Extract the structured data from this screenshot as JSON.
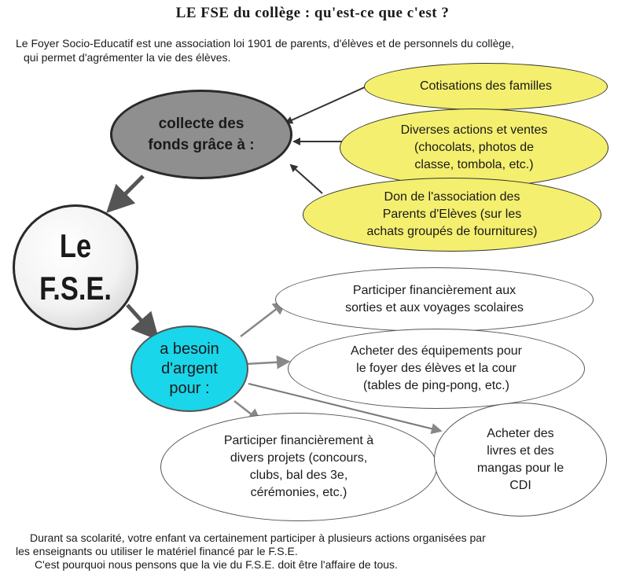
{
  "title": "LE FSE du collège : qu'est-ce que c'est ?",
  "intro": {
    "line1": "Le Foyer Socio-Educatif est une association loi 1901 de parents, d'élèves et de personnels du collège,",
    "line2": "qui permet d'agrémenter la vie des élèves."
  },
  "collecte": {
    "line1": "collecte des",
    "line2": "fonds grâce à :"
  },
  "sources": [
    {
      "lines": [
        "Cotisations des familles"
      ]
    },
    {
      "lines": [
        "Diverses actions et ventes",
        "(chocolats, photos de",
        "classe, tombola, etc.)"
      ]
    },
    {
      "lines": [
        "Don de l'association des",
        "Parents d'Elèves (sur les",
        "achats groupés de fournitures)"
      ]
    }
  ],
  "fse": {
    "line1": "Le",
    "line2": "F.S.E."
  },
  "besoin": {
    "line1": "a besoin",
    "line2": "d'argent",
    "line3": "pour :"
  },
  "uses": [
    {
      "lines": [
        "Participer financièrement aux",
        "sorties et aux voyages scolaires"
      ]
    },
    {
      "lines": [
        "Acheter des équipements pour",
        "le foyer des élèves et la cour",
        "(tables de ping-pong, etc.)"
      ]
    },
    {
      "lines": [
        "Participer financièrement à",
        "divers projets (concours,",
        "clubs, bal des 3e,",
        "cérémonies, etc.)"
      ]
    },
    {
      "lines": [
        "Acheter des",
        "livres et des",
        "mangas pour le",
        "CDI"
      ]
    }
  ],
  "footer": {
    "line1": "Durant sa scolarité, votre enfant va certainement participer à plusieurs actions organisées par",
    "line2": "les enseignants ou utiliser le matériel financé par le F.S.E.",
    "line3": "C'est pourquoi nous pensons que la vie du F.S.E. doit être l'affaire de tous."
  }
}
